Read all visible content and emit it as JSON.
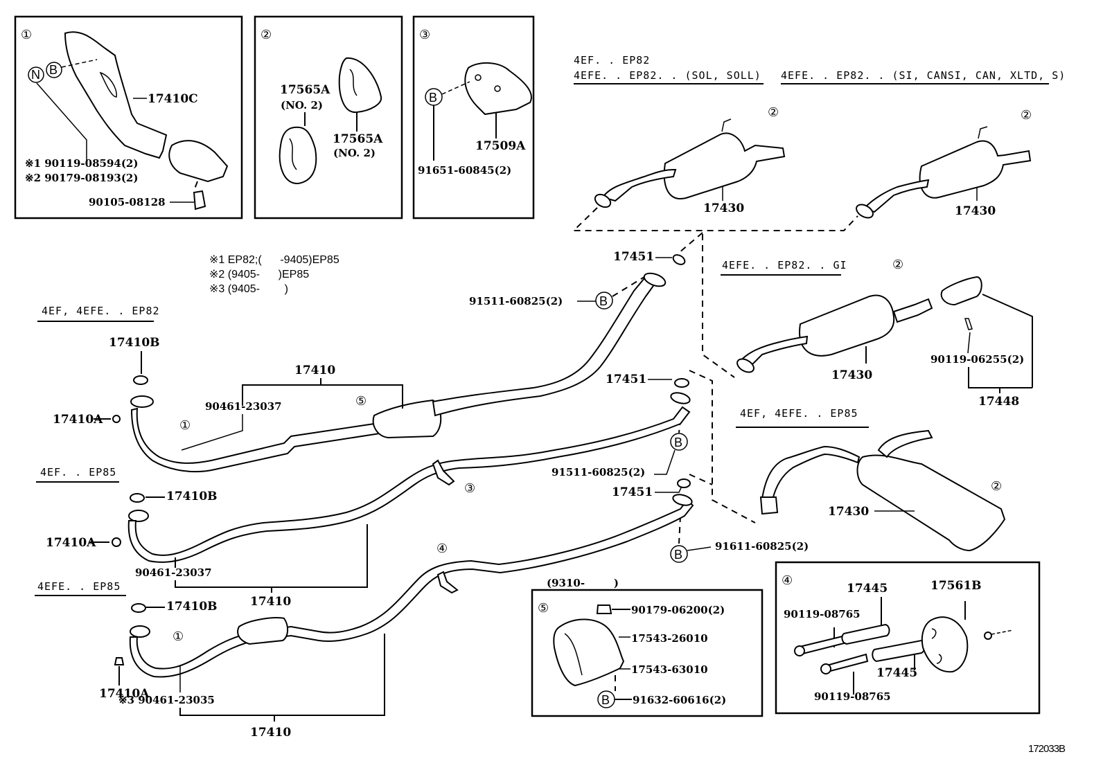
{
  "diagram_id": "172033B",
  "footnotes": [
    "※1 EP82;(      -9405)EP85",
    "※2 (9405-      )EP85",
    "※3 (9405-        )"
  ],
  "inset_1": {
    "marker": "①",
    "markers": [
      "N",
      "B"
    ],
    "labels": {
      "heat_insulator": "17410C",
      "bolt_1": "※1 90119-08594(2)",
      "bolt_2": "※2 90179-08193(2)",
      "bolt_3": "90105-08128"
    }
  },
  "inset_2": {
    "marker": "②",
    "labels": {
      "mount_a": "17565A",
      "mount_a_note": "(NO. 2)",
      "mount_b": "17565A",
      "mount_b_note": "(NO. 2)"
    }
  },
  "inset_3": {
    "marker": "③",
    "b_marker": "B",
    "labels": {
      "bracket": "17509A",
      "bolt": "91651-60845(2)"
    }
  },
  "inset_4": {
    "marker": "④",
    "labels": {
      "bush_top": "17445",
      "bush_bottom": "17445",
      "damper": "17561B",
      "bolt_top": "90119-08765",
      "bolt_bottom": "90119-08765"
    }
  },
  "inset_5": {
    "date_range": "(9310-        )",
    "marker": "⑤",
    "b_marker": "B",
    "labels": {
      "nut": "90179-06200(2)",
      "clamp_upper": "17543-26010",
      "clamp_lower": "17543-63010",
      "bolt": "91632-60616(2)"
    }
  },
  "tailpipes": {
    "variant_1": {
      "header_line1": "4EF. . EP82",
      "header_line2": "4EFE. . EP82. . (SOL, SOLL)",
      "marker": "②",
      "part": "17430"
    },
    "variant_2": {
      "header": "4EFE. . EP82. . (SI, CANSI, CAN, XLTD, S)",
      "marker": "②",
      "part": "17430"
    },
    "variant_3": {
      "header": "4EFE. . EP82. . GI",
      "marker": "②",
      "part": "17430",
      "bolt": "90119-06255(2)",
      "tail_assembly": "17448"
    },
    "variant_4": {
      "header": "4EF, 4EFE. . EP85",
      "marker": "②",
      "part": "17430"
    }
  },
  "gaskets": {
    "gasket_top": "17451",
    "gasket_mid": "17451",
    "gasket_low": "17451",
    "bolt_top": "91511-60825(2)",
    "bolt_mid": "91511-60825(2)",
    "bolt_low": "91611-60825(2)",
    "b_marker": "B"
  },
  "front_pipes": {
    "pipe_1": {
      "header": "4EF, 4EFE. . EP82",
      "gasket": "17410B",
      "nut": "17410A",
      "assembly": "17410",
      "clamp_bolt": "90461-23037",
      "marker_1": "①",
      "marker_5": "⑤"
    },
    "pipe_2": {
      "header": "4EF. . EP85",
      "gasket": "17410B",
      "nut": "17410A",
      "clamp_bolt": "90461-23037",
      "assembly": "17410",
      "marker_3": "③"
    },
    "pipe_3": {
      "header": "4EFE. . EP85",
      "gasket": "17410B",
      "nut": "17410A",
      "clamp_bolt": "※3 90461-23035",
      "assembly": "17410",
      "marker_1": "①",
      "marker_4": "④"
    }
  }
}
